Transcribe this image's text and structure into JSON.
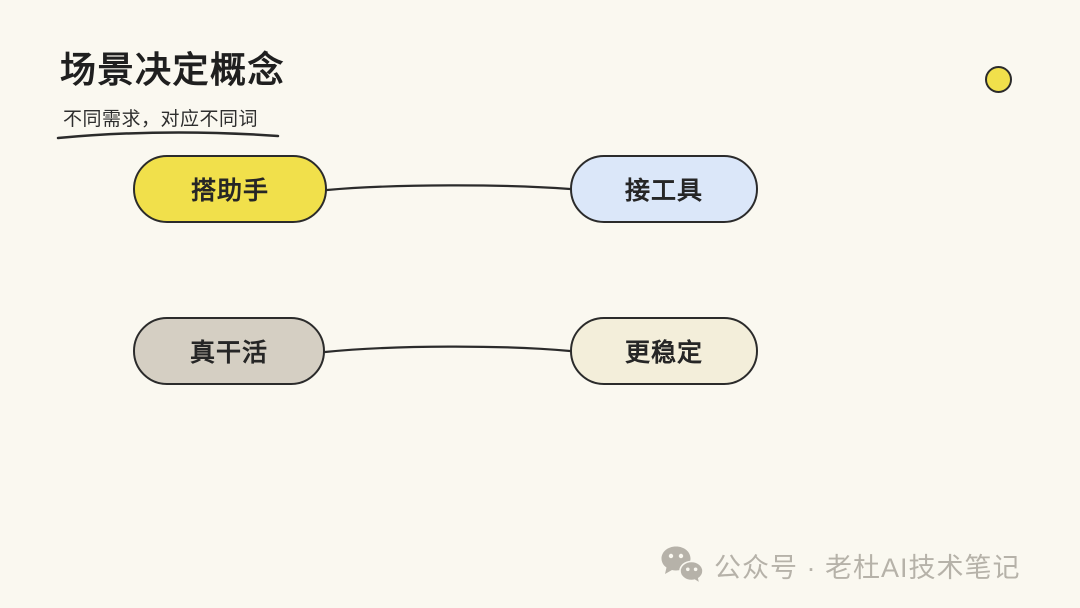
{
  "header": {
    "title": "场景决定概念",
    "subtitle": "不同需求，对应不同词"
  },
  "decor": {
    "dot_color": "#F1E04B"
  },
  "diagram": {
    "nodes": [
      {
        "id": "assistant",
        "label": "搭助手",
        "fill": "#F1E04B"
      },
      {
        "id": "tool",
        "label": "接工具",
        "fill": "#DBE7F9"
      },
      {
        "id": "work",
        "label": "真干活",
        "fill": "#D5CFC3"
      },
      {
        "id": "stable",
        "label": "更稳定",
        "fill": "#F3EEDA"
      }
    ],
    "connections": [
      {
        "from": "搭助手",
        "to": "接工具"
      },
      {
        "from": "真干活",
        "to": "更稳定"
      }
    ]
  },
  "footer": {
    "watermark": "公众号 · 老杜AI技术笔记",
    "color": "#B6B2A9",
    "icon": "wechat-icon"
  },
  "colors": {
    "background": "#FAF8F0",
    "stroke": "#2B2B2B",
    "title": "#1F1F1F",
    "subtitle": "#2E2E2E"
  }
}
